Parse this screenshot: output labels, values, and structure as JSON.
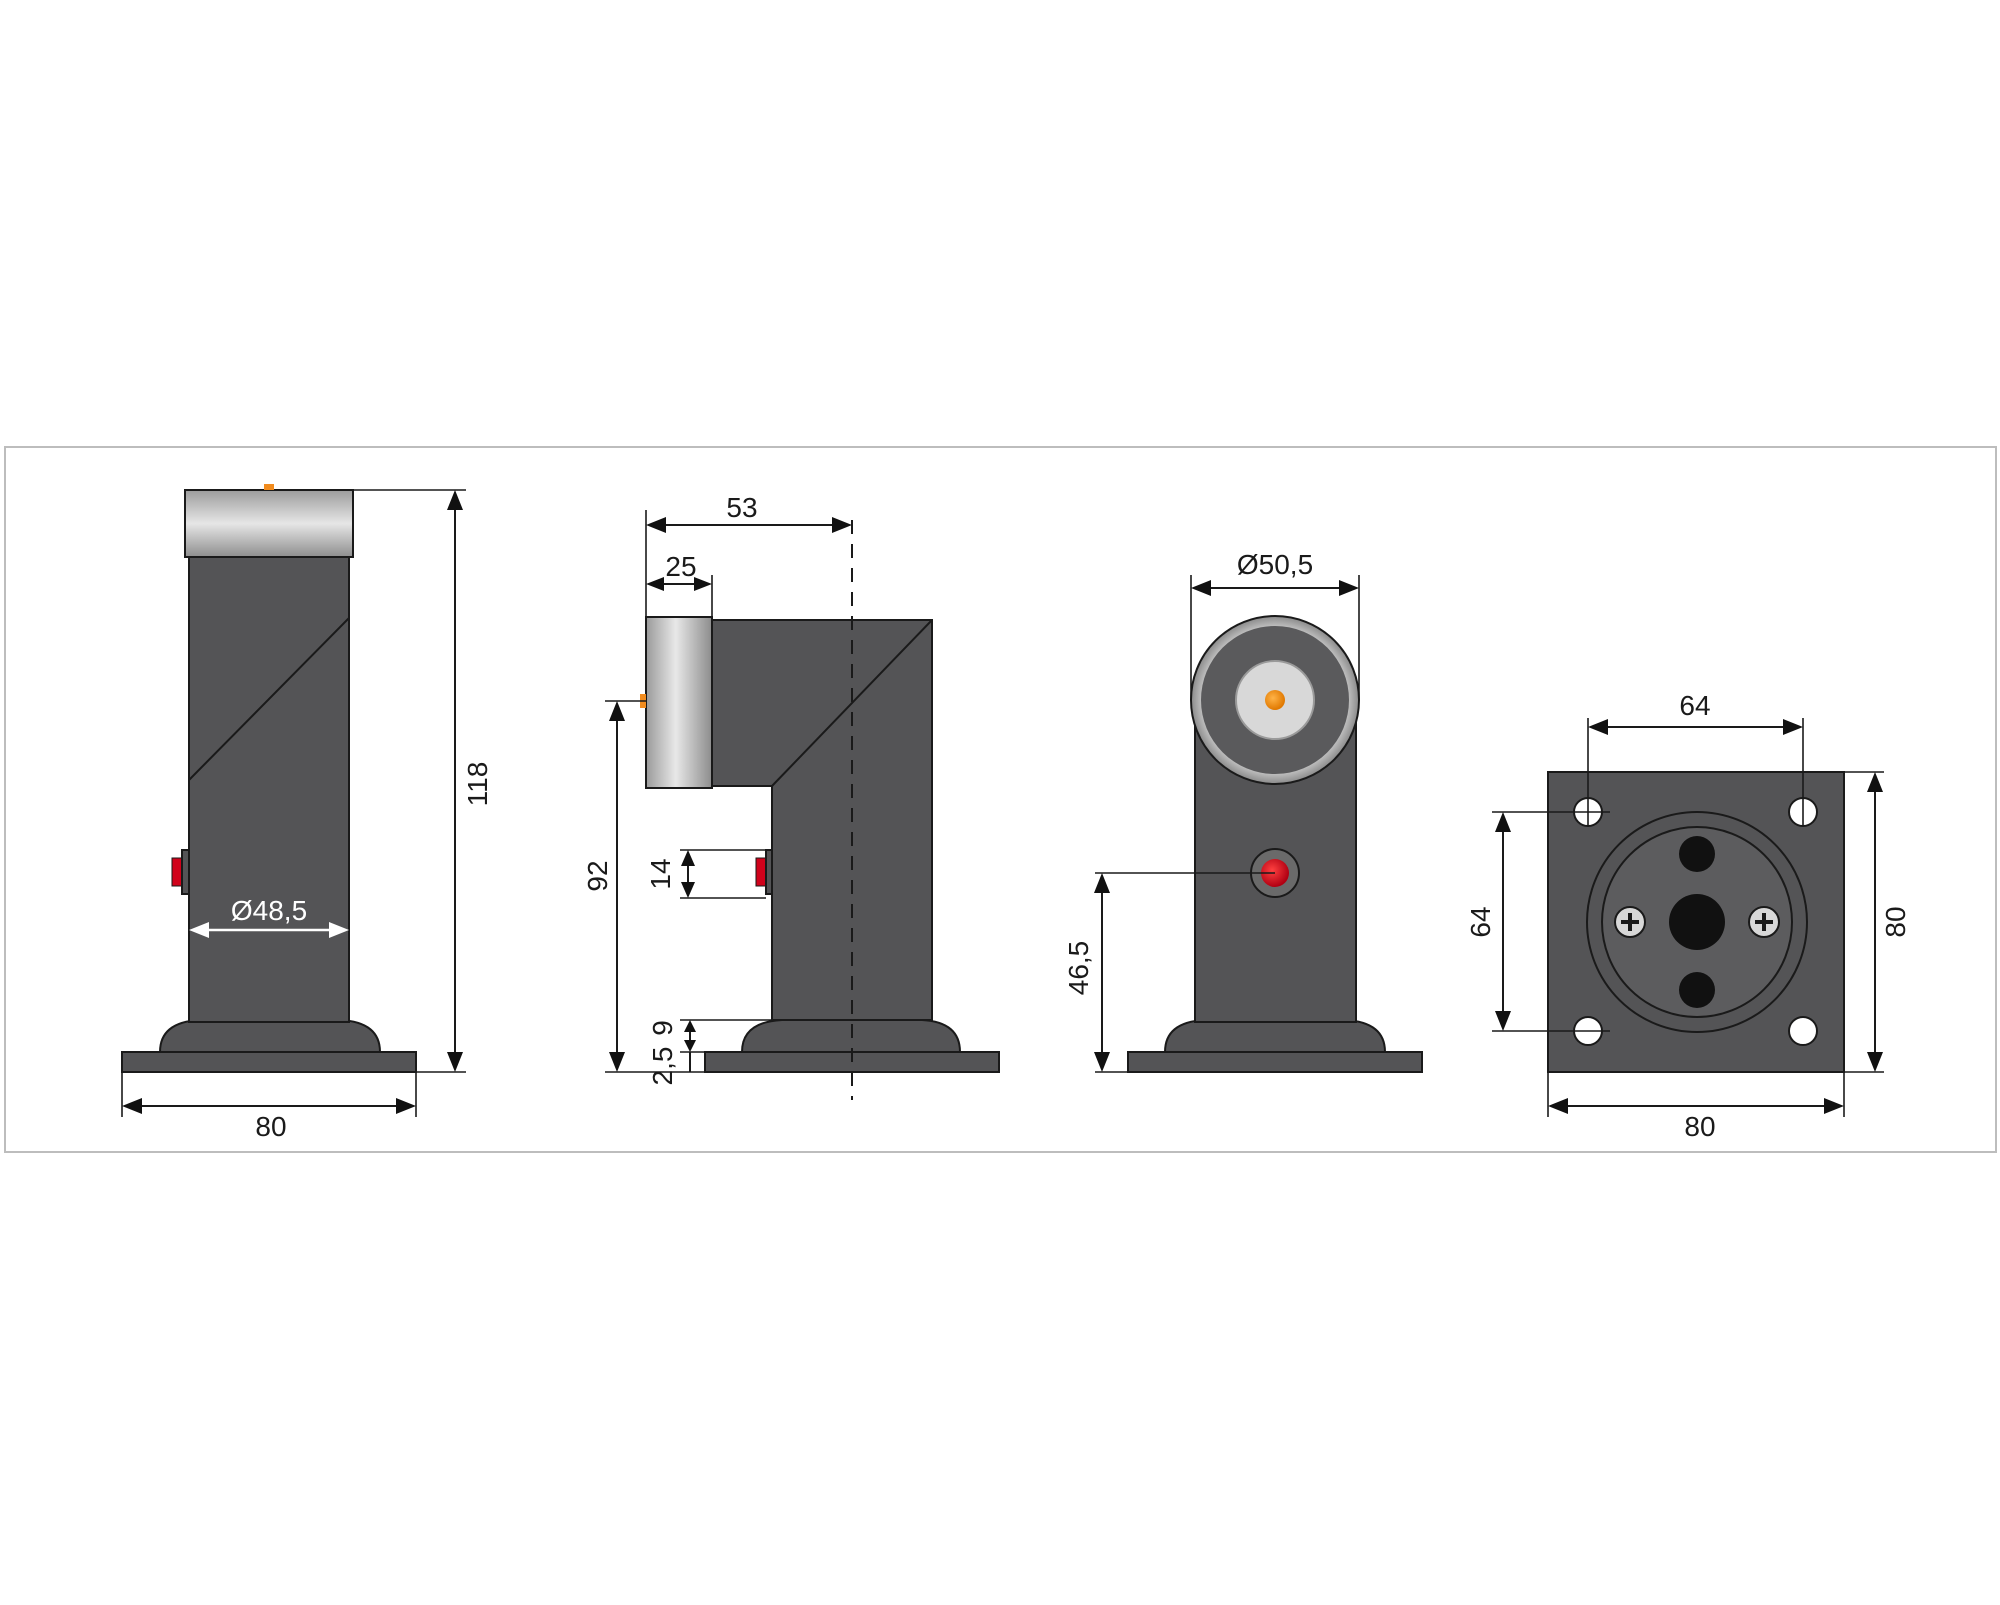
{
  "dimensions": {
    "front_height": "118",
    "front_diameter": "Ø48,5",
    "front_base_width": "80",
    "side_total_depth": "53",
    "side_magnet_depth": "25",
    "side_button_height": "14",
    "side_center_height": "92",
    "side_base_thickness": "9",
    "side_plate_thickness": "2,5",
    "face_diameter": "Ø50,5",
    "face_button_height": "46,5",
    "base_hole_spacing_x": "64",
    "base_hole_spacing_y": "64",
    "base_width": "80",
    "base_height": "80"
  },
  "colors": {
    "body": "#545456",
    "magnet_light": "#e0e0e0",
    "magnet_dark": "#8a8a8a",
    "button_red": "#d0021b",
    "indicator_orange": "#f28c1e",
    "frame": "#bdbdbd"
  }
}
